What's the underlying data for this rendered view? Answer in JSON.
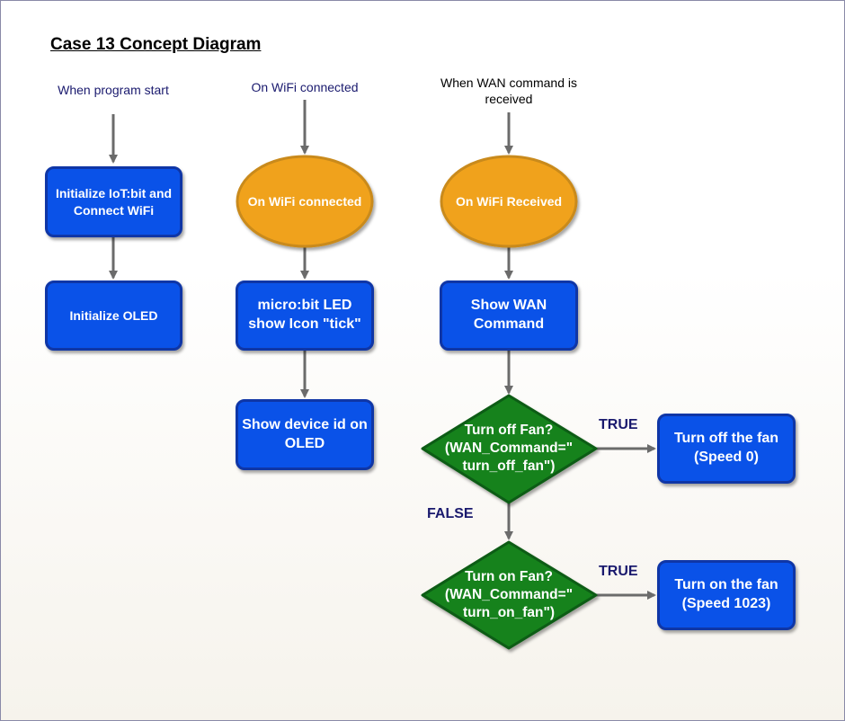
{
  "title": "Case 13 Concept Diagram",
  "triggers": {
    "program_start": "When program start",
    "wifi_connected": "On WiFi connected",
    "wan_received": "When WAN command is\nreceived"
  },
  "nodes": {
    "init_iot": "Initialize IoT:bit and\nConnect WiFi",
    "init_oled": "Initialize OLED",
    "on_wifi_connected": "On WiFi connected",
    "led_tick": "micro:bit LED\nshow Icon \"tick\"",
    "show_device_id": "Show device id on\nOLED",
    "on_wifi_received": "On WiFi Received",
    "show_wan_command": "Show WAN\nCommand",
    "turn_off_decision": "Turn off Fan?\n(WAN_Command=\"\nturn_off_fan\")",
    "turn_off_action": "Turn off the fan\n(Speed 0)",
    "turn_on_decision": "Turn on Fan?\n(WAN_Command=\"\nturn_on_fan\")",
    "turn_on_action": "Turn on the fan\n(Speed 1023)"
  },
  "edge_labels": {
    "off_true": "TRUE",
    "off_false": "FALSE",
    "on_true": "TRUE"
  },
  "colors": {
    "box_fill": "#0a52e8",
    "box_border": "#0f36a6",
    "oval_fill": "#f0a21c",
    "oval_border": "#c98a1a",
    "diamond_fill": "#13821c",
    "diamond_border": "#0b5c12",
    "arrow": "#6b6b6b"
  }
}
